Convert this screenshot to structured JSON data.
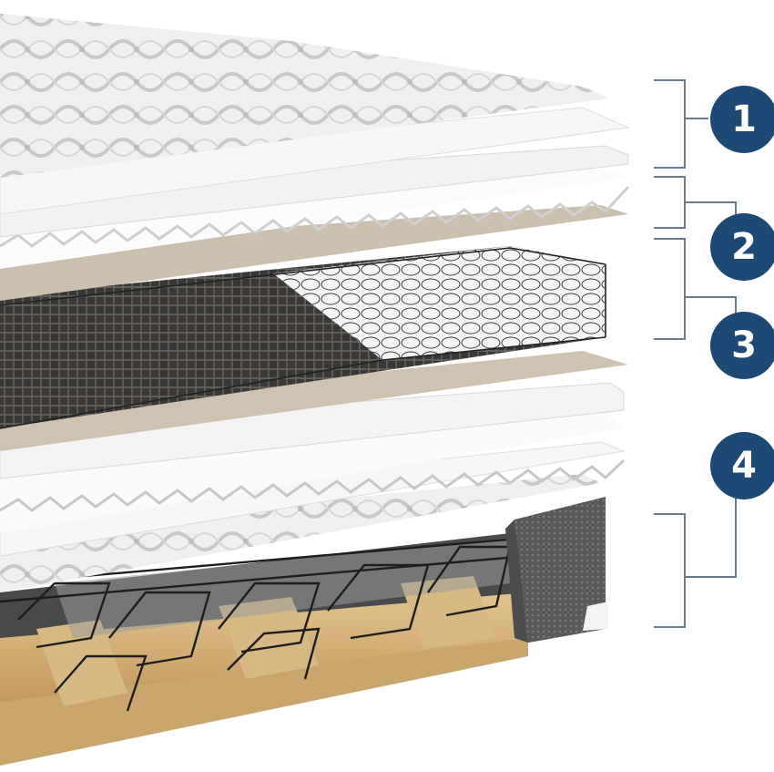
{
  "colors": {
    "badge": "#1c4a74",
    "bracket": "#6a7b8c",
    "quilt": "#eeeeee",
    "foam": "#f2f2f2",
    "fiber": "#cdbfae",
    "coil": "#2c2c2c",
    "fabric": "#5f5f5f",
    "wood": "#d8b47a"
  },
  "callouts": [
    {
      "number": "1",
      "layer": "quilted-top"
    },
    {
      "number": "2",
      "layer": "foam-comfort"
    },
    {
      "number": "3",
      "layer": "coil-core"
    },
    {
      "number": "4",
      "layer": "foundation"
    }
  ]
}
